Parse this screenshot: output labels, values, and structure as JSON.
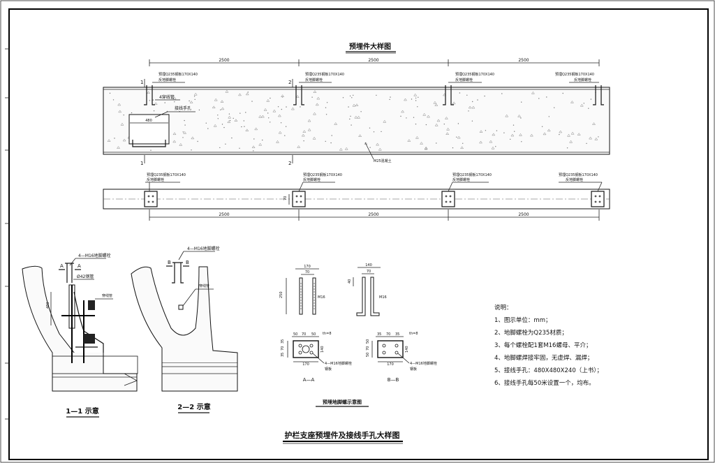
{
  "titles": {
    "main": "预埋件大样图",
    "section_11": "1—1 示意",
    "section_22": "2—2 示意",
    "anchor_diagram": "预埋地脚螺示意图",
    "drawing": "护栏支座预埋件及接线手孔大样图"
  },
  "elevation": {
    "spacing": [
      "2500",
      "2500",
      "2500"
    ],
    "embed_labels": [
      "预埋Q235钢板170X140",
      "预埋Q235钢板170X140",
      "预埋Q235钢板170X140",
      "预埋Q235钢板170X140"
    ],
    "anchor_labels": [
      "反地脚螺栓",
      "反地脚螺栓",
      "反地脚螺栓",
      "反地脚螺栓"
    ],
    "section_marks": [
      "1",
      "2",
      "1",
      "2"
    ],
    "conduit_label": "4穿线管",
    "handhole_label": "接线手孔",
    "handhole_dim": "480",
    "concrete_label": "M25混凝土"
  },
  "plan": {
    "spacing": [
      "2500",
      "2500",
      "2500"
    ],
    "embed_labels": [
      "预埋Q235钢板170X140",
      "预埋Q235钢板170X140",
      "预埋Q235钢板170X140",
      "预埋Q235钢板170X140"
    ],
    "anchor_labels": [
      "反地脚螺栓",
      "反地脚螺栓",
      "反地脚螺栓",
      "反地脚螺栓"
    ],
    "width_dim": "70"
  },
  "sections": {
    "s11_bolt": "4—M16地脚螺栓",
    "s11_pipe": "Ø42钢管",
    "s11_conduit": "穿线管",
    "s11_dim": "480",
    "s11_marks": [
      "A",
      "A"
    ],
    "s22_bolt": "4—M16地脚螺栓",
    "s22_conduit": "穿线管",
    "s22_marks": [
      "B",
      "B"
    ]
  },
  "anchor": {
    "bolt_a": {
      "top": "170",
      "inner": "70",
      "height": "250",
      "label": "M16"
    },
    "bolt_b": {
      "top": "140",
      "inner": "70",
      "height": "40",
      "label": "M16"
    },
    "plate_a": {
      "dims": [
        "50",
        "70",
        "50"
      ],
      "side": [
        "35",
        "70",
        "35"
      ],
      "th": "th=8",
      "height": "140",
      "width": "170",
      "bolt": "4—M16地脚螺栓",
      "note": "钢板"
    },
    "plate_b": {
      "dims": [
        "35",
        "70",
        "35"
      ],
      "side": [
        "50",
        "70",
        "50"
      ],
      "th": "th=8",
      "height": "140",
      "width": "170",
      "bolt": "4—M16地脚螺栓",
      "note": "钢板"
    },
    "section_a": "A—A",
    "section_b": "B—B"
  },
  "notes": {
    "heading": "说明：",
    "items": [
      "1、图示单位：mm；",
      "2、地脚螺栓为Q235材质；",
      "3、每个螺栓配1套M16螺母、平介；",
      "4、地脚螺焊接牢固，无虚焊、漏焊；",
      "5、接线手孔：480X480X240（上书）；",
      "6、接线手孔每50米设置一个，均布。"
    ]
  }
}
